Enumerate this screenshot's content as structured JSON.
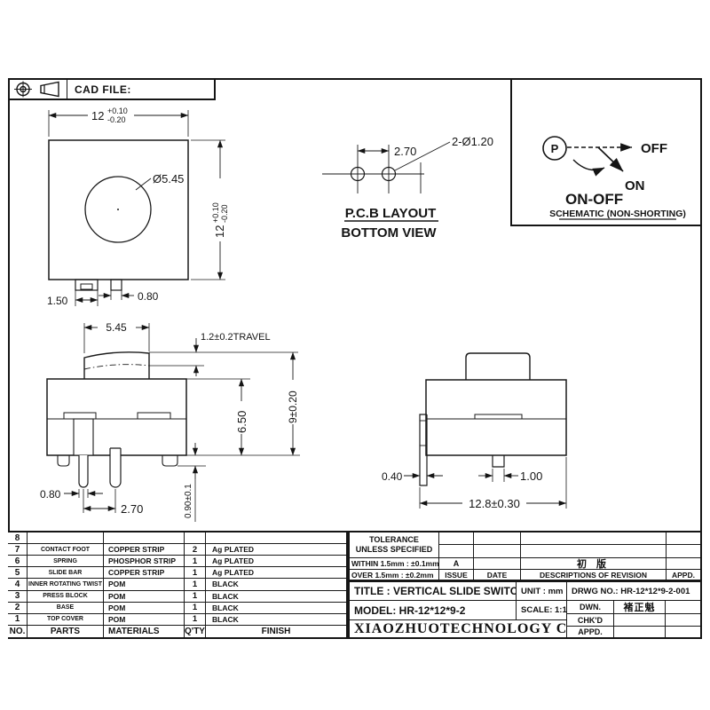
{
  "header": {
    "cad_file_label": "CAD FILE:"
  },
  "front_view": {
    "dim_width_main": "12",
    "dim_width_plus": "+0.10",
    "dim_width_minus": "-0.20",
    "dim_height_main": "12",
    "dim_height_plus": "+0.10",
    "dim_height_minus": "-0.20",
    "dim_circle": "Ø5.45",
    "dim_tab1": "1.50",
    "dim_tab2": "0.80"
  },
  "pcb": {
    "dim_pitch": "2.70",
    "dim_holes": "2-Ø1.20",
    "title": "P.C.B LAYOUT",
    "subtitle": "BOTTOM VIEW"
  },
  "schematic": {
    "pole": "P",
    "off": "OFF",
    "on": "ON",
    "name": "ON-OFF",
    "caption": "SCHEMATIC (NON-SHORTING)"
  },
  "side_view": {
    "dim_button": "5.45",
    "dim_travel": "1.2±0.2TRAVEL",
    "dim_body": "6.50",
    "dim_total": "9±0.20",
    "dim_pin_width": "0.80",
    "dim_pin_pitch": "2.70",
    "dim_foot": "0.90±0.1"
  },
  "side_view2": {
    "dim_terminal": "0.40",
    "dim_tab": "1.00",
    "dim_width": "12.8±0.30"
  },
  "parts_table": {
    "headers": {
      "no": "NO.",
      "parts": "PARTS",
      "materials": "MATERIALS",
      "qty": "Q'TY",
      "finish": "FINISH"
    },
    "rows": [
      {
        "no": "8",
        "part": "",
        "material": "",
        "qty": "",
        "finish": ""
      },
      {
        "no": "7",
        "part": "CONTACT FOOT",
        "material": "COPPER STRIP",
        "qty": "2",
        "finish": "Ag PLATED"
      },
      {
        "no": "6",
        "part": "SPRING",
        "material": "PHOSPHOR STRIP",
        "qty": "1",
        "finish": "Ag PLATED"
      },
      {
        "no": "5",
        "part": "SLIDE BAR",
        "material": "COPPER STRIP",
        "qty": "1",
        "finish": "Ag PLATED"
      },
      {
        "no": "4",
        "part": "INNER ROTATING TWIST",
        "material": "POM",
        "qty": "1",
        "finish": "BLACK"
      },
      {
        "no": "3",
        "part": "PRESS BLOCK",
        "material": "POM",
        "qty": "1",
        "finish": "BLACK"
      },
      {
        "no": "2",
        "part": "BASE",
        "material": "POM",
        "qty": "1",
        "finish": "BLACK"
      },
      {
        "no": "1",
        "part": "TOP COVER",
        "material": "POM",
        "qty": "1",
        "finish": "BLACK"
      }
    ]
  },
  "title_block": {
    "tolerance_line1": "TOLERANCE",
    "tolerance_line2": "UNLESS  SPECIFIED",
    "tol_within": "WITHIN 1.5mm : ±0.1mm",
    "tol_over": "OVER 1.5mm : ±0.2mm",
    "issue_value": "A",
    "issue_label": "ISSUE",
    "date_label": "DATE",
    "revision_entry": "初 版",
    "revision_label": "DESCRIPTIONS OF REVISION",
    "appd_label": "APPD.",
    "title": "TITLE :  VERTICAL SLIDE SWITCH",
    "unit": "UNIT :  mm",
    "drwg_no": "DRWG NO.:  HR-12*12*9-2-001",
    "model": "MODEL:  HR-12*12*9-2",
    "scale": "SCALE:  1:1",
    "company": "XIAOZHUOTECHNOLOGY  CO;LTD",
    "dwn_label": "DWN.",
    "dwn_value": "褚正魁",
    "chkd_label": "CHK'D",
    "appd2_label": "APPD."
  }
}
